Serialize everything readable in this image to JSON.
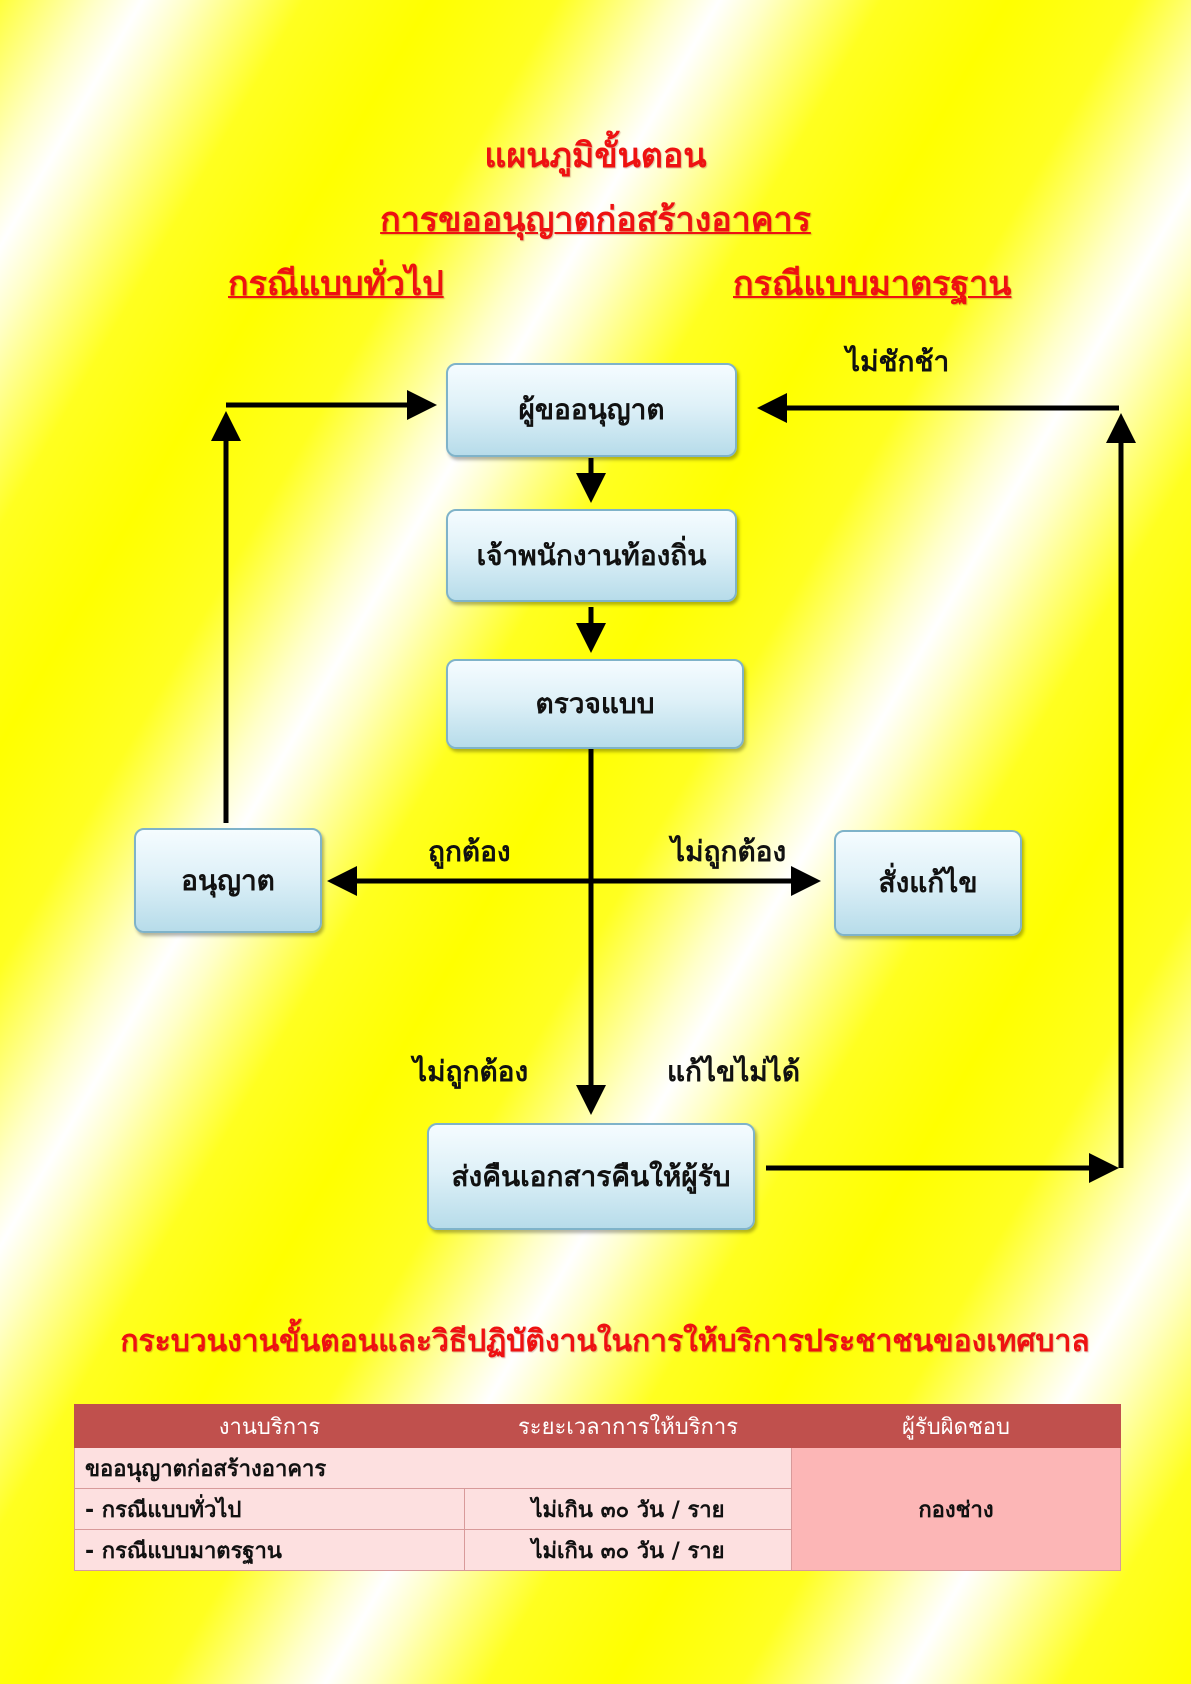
{
  "header": {
    "title": "แผนภูมิขั้นตอน",
    "subtitle": "การขออนุญาตก่อสร้างอาคาร",
    "case_general": "กรณีแบบทั่วไป",
    "case_standard": "กรณีแบบมาตรฐาน"
  },
  "flow": {
    "applicant": "ผู้ขออนุญาต",
    "local_officer": "เจ้าพนักงานท้องถิ่น",
    "check_plan": "ตรวจแบบ",
    "permit": "อนุญาต",
    "order_fix": "สั่งแก้ไข",
    "return_docs": "ส่งคืนเอกสารคืนให้ผู้รับ",
    "label_no_delay": "ไม่ชักช้า",
    "label_correct": "ถูกต้อง",
    "label_incorrect_right": "ไม่ถูกต้อง",
    "label_incorrect_left": "ไม่ถูกต้อง",
    "label_unfixable": "แก้ไขไม่ได้"
  },
  "footer": {
    "title": "กระบวนงานขั้นตอนและวิธีปฏิบัติงานในการให้บริการประชาชนของเทศบาล"
  },
  "table": {
    "headers": [
      "งานบริการ",
      "ระยะเวลาการให้บริการ",
      "ผู้รับผิดชอบ"
    ],
    "service_name": "ขออนุญาตก่อสร้างอาคาร",
    "rows": [
      {
        "case": "- กรณีแบบทั่วไป",
        "duration": "ไม่เกิน ๓๐ วัน / ราย"
      },
      {
        "case": "- กรณีแบบมาตรฐาน",
        "duration": "ไม่เกิน ๓๐ วัน / ราย"
      }
    ],
    "responsible": "กองช่าง"
  },
  "colors": {
    "title_red": "#ee1111",
    "table_header": "#c0504d",
    "table_cell": "#fde0e0",
    "table_resp": "#fcb6b6"
  }
}
